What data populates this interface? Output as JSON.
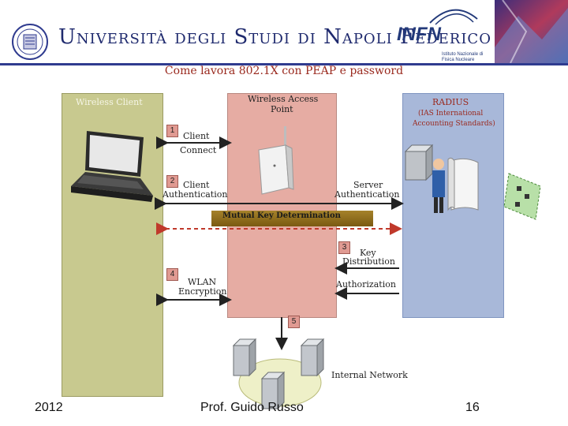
{
  "header": {
    "university_name": "Università degli Studi di Napoli Federico II",
    "infn_name": "INFN",
    "infn_subtitle": "Istituto Nazionale di Fisica Nucleare"
  },
  "slide": {
    "title": "Come lavora 802.1X con PEAP e password"
  },
  "diagram": {
    "wireless_client": "Wireless Client",
    "access_point": [
      "Wireless Access",
      "Point"
    ],
    "radius": [
      "RADIUS",
      "(IAS International",
      "Accounting Standards)"
    ],
    "steps": [
      {
        "num": "1",
        "label_lines": [
          "Client",
          "Connect"
        ]
      },
      {
        "num": "2",
        "client_lines": [
          "Client",
          "Authentication"
        ],
        "server_lines": [
          "Server",
          "Authentication"
        ]
      },
      {
        "num": "3",
        "label_lines": [
          "Key",
          "Distribution"
        ]
      },
      {
        "num": "4",
        "label_lines": [
          "WLAN",
          "Encryption"
        ]
      },
      {
        "num": "5"
      }
    ],
    "mutual_key": "Mutual Key Determination",
    "authorization": "Authorization",
    "internal_network": "Internal Network"
  },
  "footer": {
    "year": "2012",
    "author": "Prof. Guido Russo",
    "page": "16"
  },
  "colors": {
    "client_col": "#c8c98f",
    "ap_col": "#e6aca3",
    "radius_col": "#a8b8d9",
    "title": "#9a2a1f",
    "mutual_bar": "#8b6a1a"
  }
}
